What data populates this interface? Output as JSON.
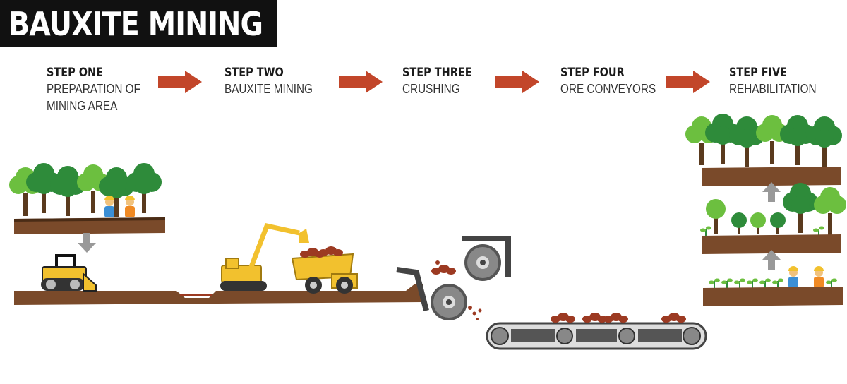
{
  "title": "BAUXITE MINING",
  "steps": [
    {
      "num": "STEP ONE",
      "desc1": "PREPARATION OF",
      "desc2": "MINING AREA"
    },
    {
      "num": "STEP TWO",
      "desc1": "BAUXITE MINING",
      "desc2": ""
    },
    {
      "num": "STEP THREE",
      "desc1": "CRUSHING",
      "desc2": ""
    },
    {
      "num": "STEP FOUR",
      "desc1": "ORE CONVEYORS",
      "desc2": ""
    },
    {
      "num": "STEP FIVE",
      "desc1": "REHABILITATION",
      "desc2": ""
    }
  ],
  "colors": {
    "arrow": "#c2462a",
    "ground": "#7a4a2a",
    "tree_dark": "#2e8b3a",
    "tree_light": "#6cbf3f",
    "trunk": "#5a3a1e",
    "machine": "#f2c12e",
    "ore": "#9c3a22",
    "steel": "#777777",
    "down_arrow": "#999999"
  }
}
